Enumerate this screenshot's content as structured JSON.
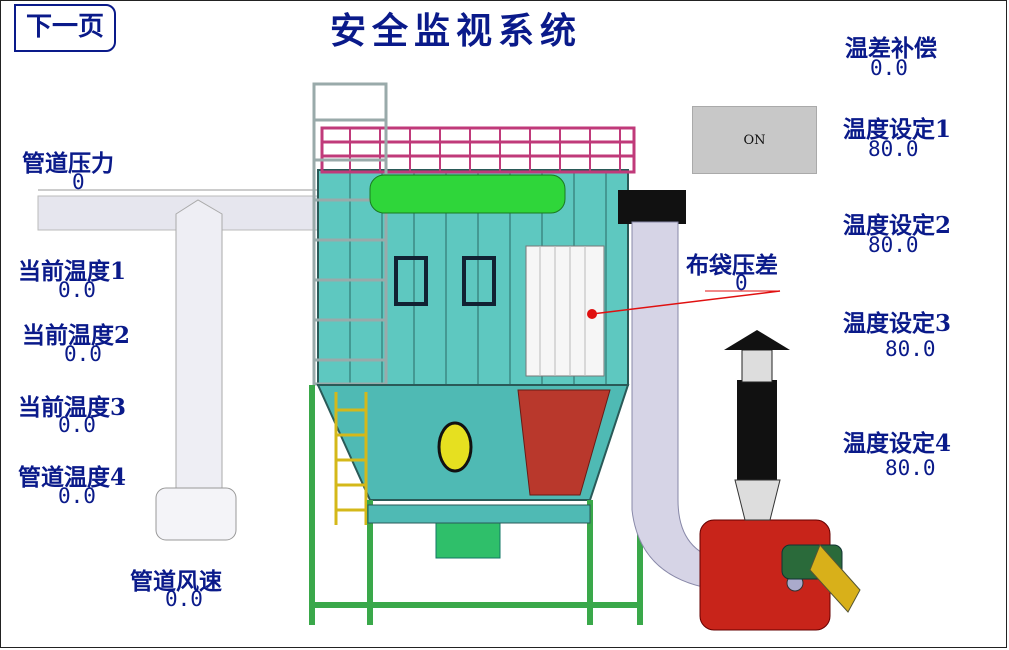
{
  "nav": {
    "next_page": "下一页"
  },
  "header": {
    "title": "安全监视系统"
  },
  "toggle": {
    "label": "ON"
  },
  "left_readings": [
    {
      "label": "管道压力",
      "value": "0"
    },
    {
      "label": "当前温度1",
      "value": "0.0"
    },
    {
      "label": "当前温度2",
      "value": "0.0"
    },
    {
      "label": "当前温度3",
      "value": "0.0"
    },
    {
      "label": "管道温度4",
      "value": "0.0"
    }
  ],
  "duct_speed": {
    "label": "管道风速",
    "value": "0.0"
  },
  "bag_pressure": {
    "label": "布袋压差",
    "value": "0"
  },
  "right_settings": [
    {
      "label": "温差补偿",
      "value": "0.0"
    },
    {
      "label": "温度设定1",
      "value": "80.0"
    },
    {
      "label": "温度设定2",
      "value": "80.0"
    },
    {
      "label": "温度设定3",
      "value": "80.0"
    },
    {
      "label": "温度设定4",
      "value": "80.0"
    }
  ]
}
